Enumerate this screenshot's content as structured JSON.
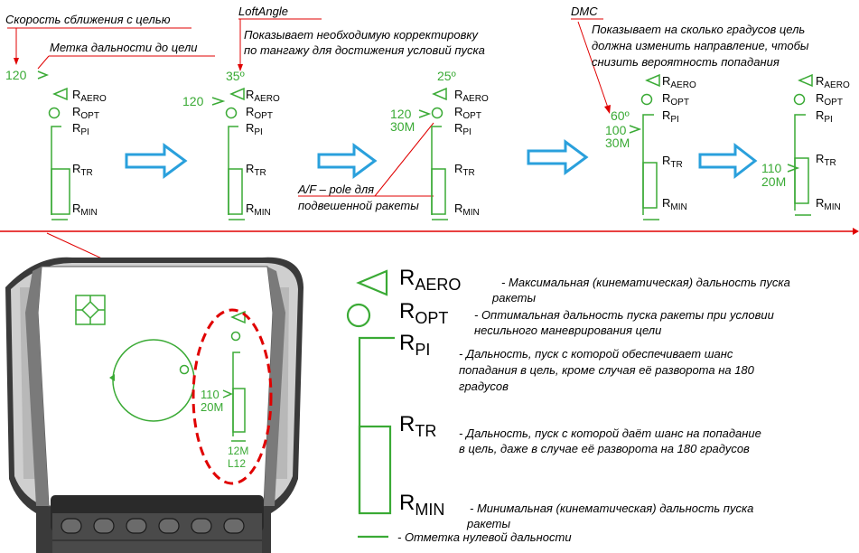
{
  "top": {
    "ann_closing_speed": "Скорость сближения с целью",
    "ann_range_mark": "Метка дальности до цели",
    "ann_loft_title": "LoftAngle",
    "ann_loft_desc1": "Показывает необходимую корректировку",
    "ann_loft_desc2": "по тангажу для достижения условий пуска",
    "ann_dmc_title": "DMC",
    "ann_dmc_desc1": "Показывает на сколько градусов цель",
    "ann_dmc_desc2": "должна изменить направление, чтобы",
    "ann_dmc_desc3": "снизить вероятность попадания",
    "ann_af_pole1": "A/F – pole для",
    "ann_af_pole2": "подвешенной ракеты",
    "p1_speed": "120",
    "p2_loft": "35º",
    "p2_speed": "120",
    "p3_loft": "25º",
    "p3_speed": "120",
    "p3_range": "30M",
    "p4_dmc": "60º",
    "p4_speed": "100",
    "p4_range": "30M",
    "p5_speed": "110",
    "p5_range": "20M"
  },
  "labels": {
    "r": "R",
    "aero": "AERO",
    "opt": "OPT",
    "pi": "PI",
    "tr": "TR",
    "min": "MIN"
  },
  "hud": {
    "speed": "110",
    "range": "20M",
    "zero_range": "12M",
    "missile": "L12"
  },
  "legend": {
    "aero_desc1": "- Максимальная (кинематическая) дальность пуска",
    "aero_desc2": "ракеты",
    "opt_desc1": "- Оптимальная дальность пуска ракеты  при условии",
    "opt_desc2": "несильного маневрирования цели",
    "pi_desc1": "- Дальность, пуск с которой обеспечивает шанс",
    "pi_desc2": "попадания в цель, кроме случая её разворота на 180",
    "pi_desc3": "градусов",
    "tr_desc1": "- Дальность, пуск с которой даёт шанс на попадание",
    "tr_desc2": "в цель, даже в случае её разворота на 180 градусов",
    "min_desc1": "- Минимальная (кинематическая) дальность пуска",
    "min_desc2": "ракеты",
    "zero_desc": "- Отметка нулевой дальности"
  },
  "colors": {
    "symbol": "#3aaa35",
    "arrow_fill": "#ffffff",
    "arrow_stroke": "#2aa0dc",
    "leader": "#e00000",
    "ellipse": "#e00000",
    "bezel": "#3a3a3a"
  }
}
